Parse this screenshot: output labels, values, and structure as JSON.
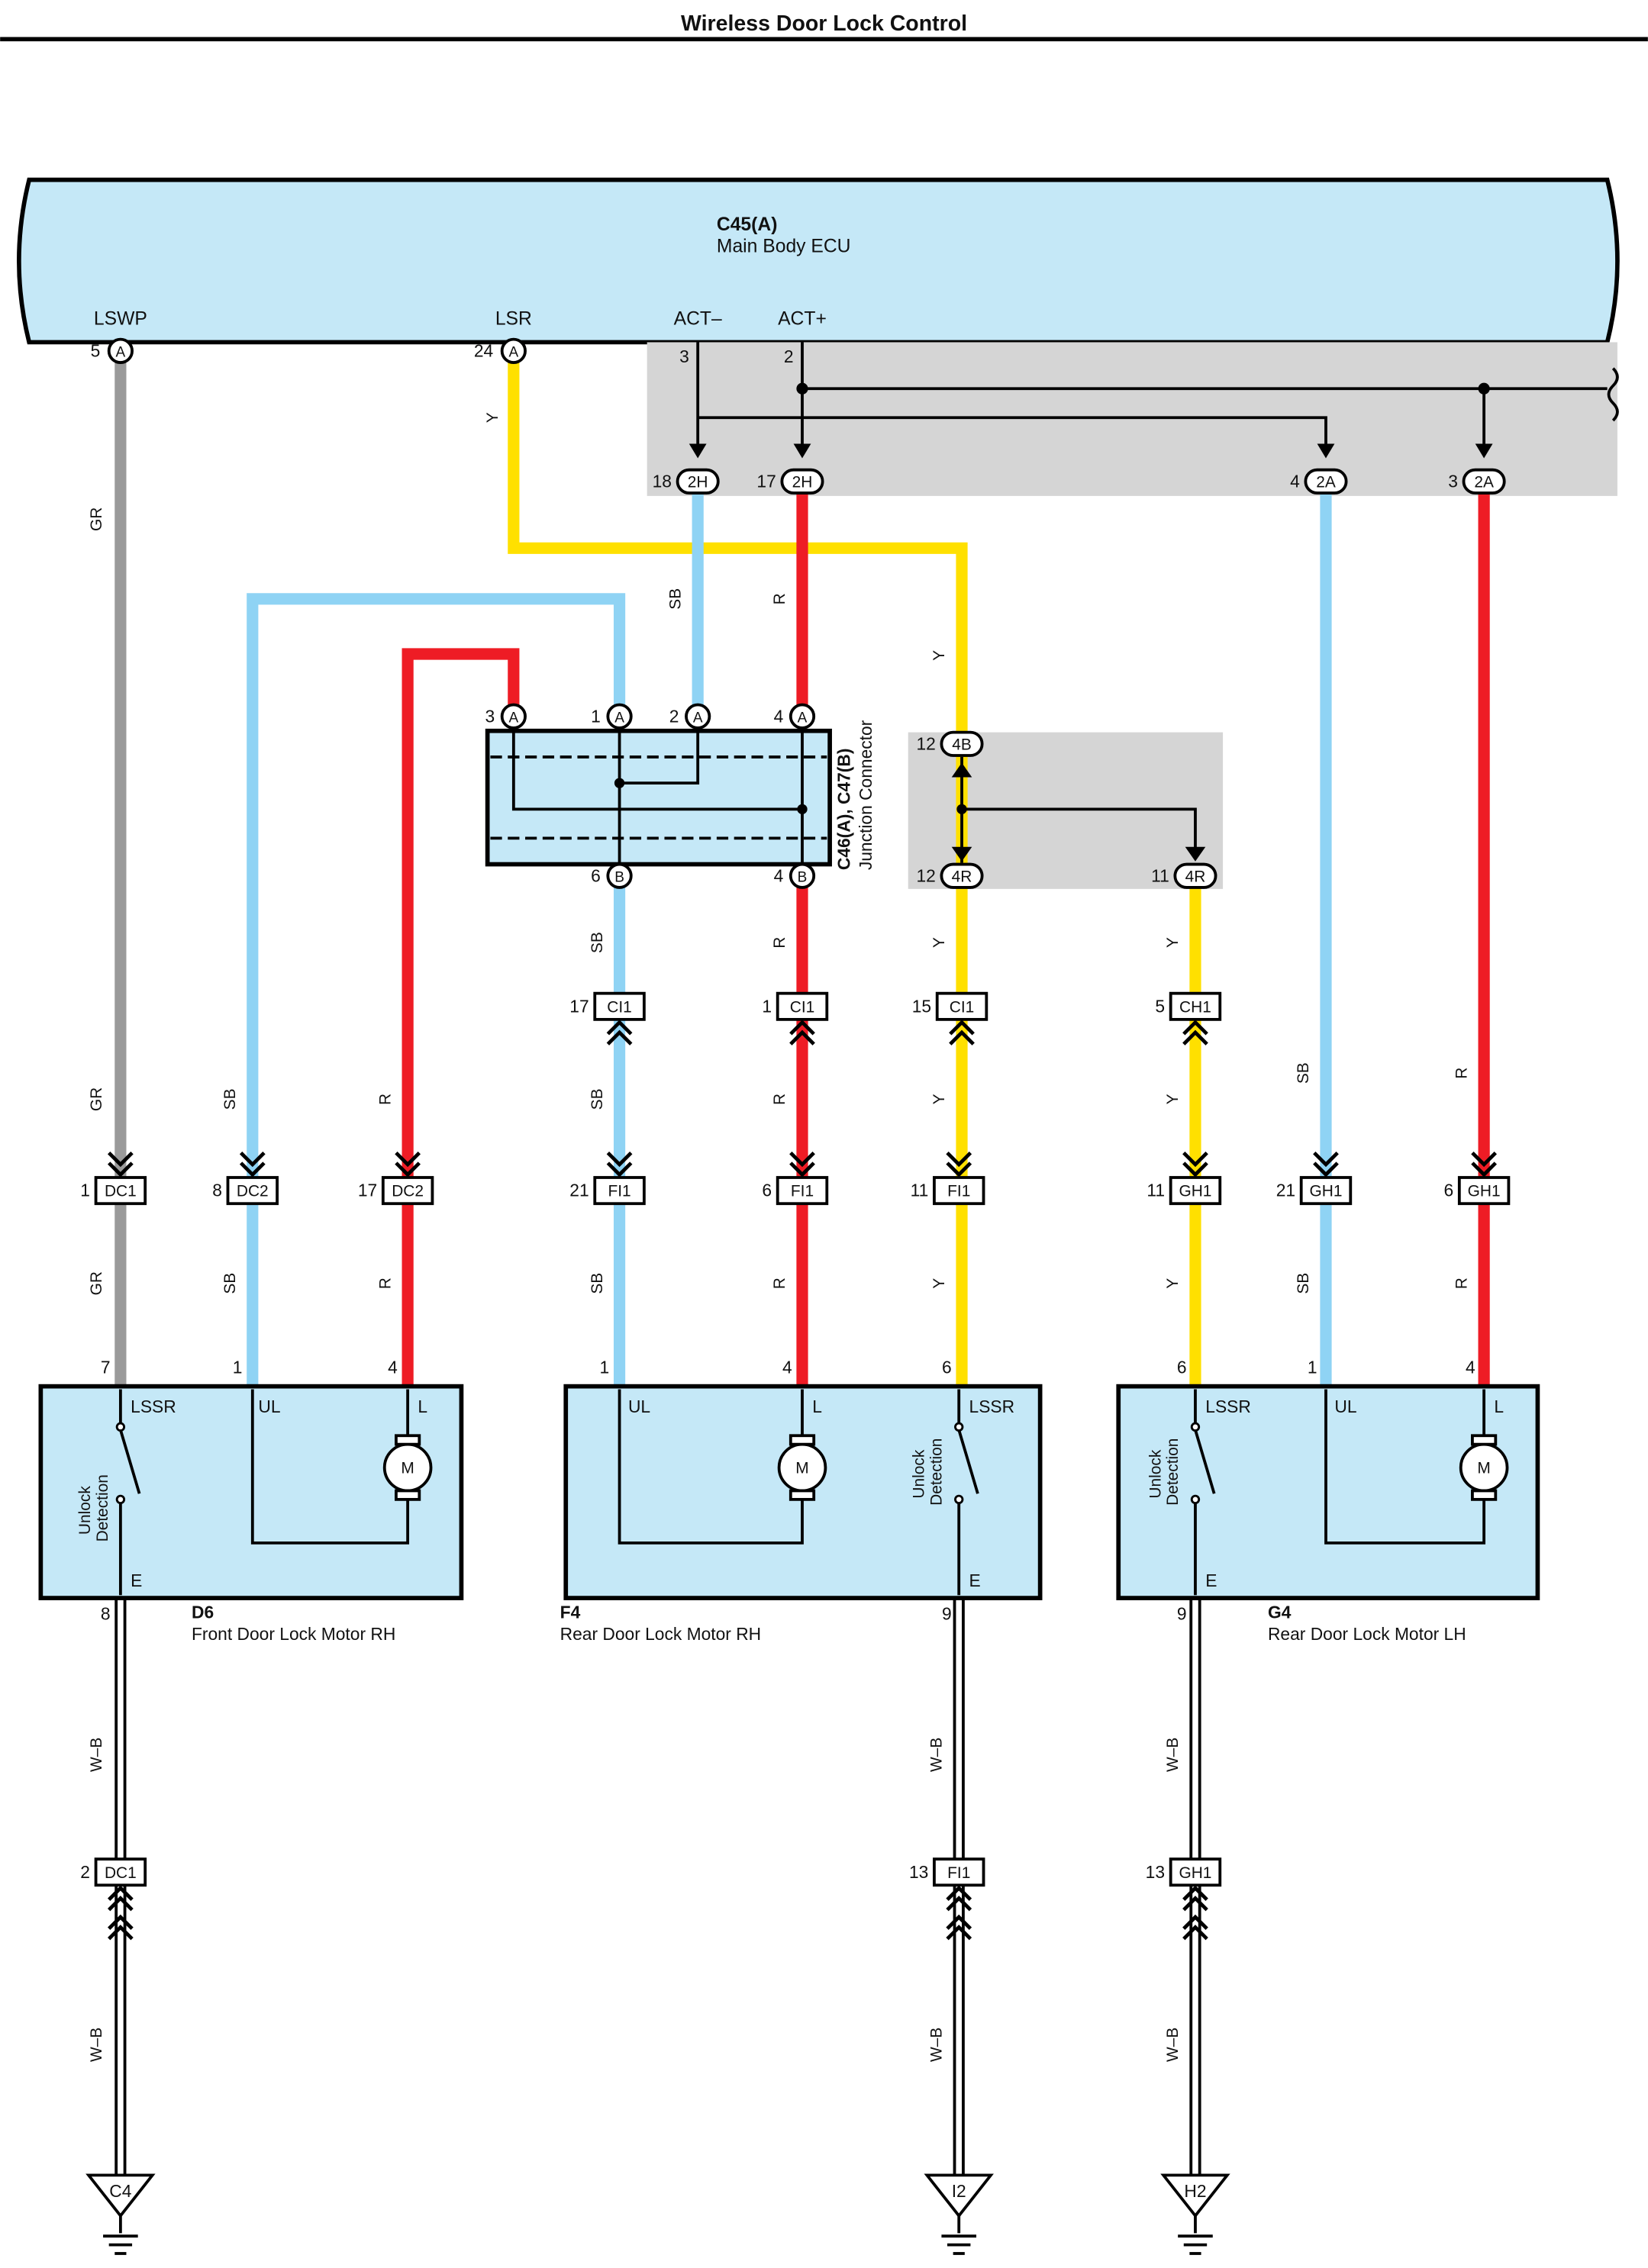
{
  "title": "Wireless Door Lock Control",
  "ecu": {
    "id": "C45(A)",
    "name": "Main Body ECU"
  },
  "ecu_pins": [
    {
      "label": "LSWP",
      "num": "5",
      "conn": "A"
    },
    {
      "label": "LSR",
      "num": "24",
      "conn": "A"
    },
    {
      "label": "ACT–",
      "num": "3"
    },
    {
      "label": "ACT+",
      "num": "2"
    }
  ],
  "junction": {
    "id": "C46(A), C47(B)",
    "name": "Junction Connector"
  },
  "junction_pins": [
    {
      "num": "3",
      "conn": "A"
    },
    {
      "num": "1",
      "conn": "A"
    },
    {
      "num": "2",
      "conn": "A"
    },
    {
      "num": "4",
      "conn": "A"
    },
    {
      "num": "6",
      "conn": "B"
    },
    {
      "num": "4",
      "conn": "B"
    }
  ],
  "round_connectors": [
    {
      "num": "18",
      "code": "2H"
    },
    {
      "num": "17",
      "code": "2H"
    },
    {
      "num": "4",
      "code": "2A"
    },
    {
      "num": "3",
      "code": "2A"
    },
    {
      "num": "12",
      "code": "4B"
    },
    {
      "num": "12",
      "code": "4R"
    },
    {
      "num": "11",
      "code": "4R"
    }
  ],
  "box_connectors": [
    {
      "num": "17",
      "code": "CI1"
    },
    {
      "num": "1",
      "code": "CI1"
    },
    {
      "num": "15",
      "code": "CI1"
    },
    {
      "num": "5",
      "code": "CH1"
    },
    {
      "num": "1",
      "code": "DC1"
    },
    {
      "num": "8",
      "code": "DC2"
    },
    {
      "num": "17",
      "code": "DC2"
    },
    {
      "num": "21",
      "code": "FI1"
    },
    {
      "num": "6",
      "code": "FI1"
    },
    {
      "num": "11",
      "code": "FI1"
    },
    {
      "num": "11",
      "code": "GH1"
    },
    {
      "num": "21",
      "code": "GH1"
    },
    {
      "num": "6",
      "code": "GH1"
    },
    {
      "num": "2",
      "code": "DC1"
    },
    {
      "num": "13",
      "code": "FI1"
    },
    {
      "num": "13",
      "code": "GH1"
    }
  ],
  "wire_labels": {
    "gr": "GR",
    "y": "Y",
    "sb": "SB",
    "r": "R",
    "wb": "W–B"
  },
  "motors": [
    {
      "id": "D6",
      "name": "Front Door Lock Motor RH",
      "switch": "Unlock Detection",
      "motor": "M",
      "lssr": "LSSR",
      "ul": "UL",
      "l": "L",
      "e": "E",
      "pins": [
        "7",
        "1",
        "4",
        "8"
      ]
    },
    {
      "id": "F4",
      "name": "Rear Door Lock Motor RH",
      "switch": "Unlock Detection",
      "motor": "M",
      "lssr": "LSSR",
      "ul": "UL",
      "l": "L",
      "e": "E",
      "pins": [
        "1",
        "4",
        "6",
        "9"
      ]
    },
    {
      "id": "G4",
      "name": "Rear Door Lock Motor LH",
      "switch": "Unlock Detection",
      "motor": "M",
      "lssr": "LSSR",
      "ul": "UL",
      "l": "L",
      "e": "E",
      "pins": [
        "6",
        "1",
        "4",
        "9"
      ]
    }
  ],
  "grounds": [
    {
      "code": "C4"
    },
    {
      "code": "I2"
    },
    {
      "code": "H2"
    }
  ],
  "colors": {
    "wire_gray": "#9a9a9a",
    "wire_yellow": "#ffe000",
    "wire_blue": "#8fd3f4",
    "wire_red": "#ee1c25",
    "box_fill": "#c5e8f7",
    "shade": "#d5d5d5"
  }
}
